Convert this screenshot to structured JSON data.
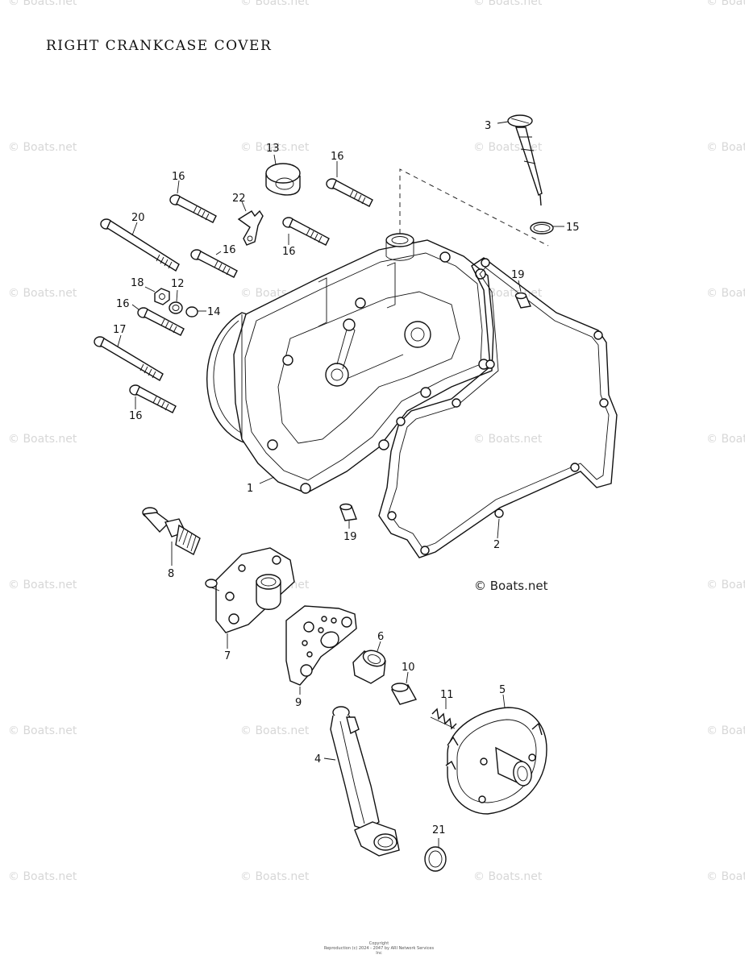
{
  "title": "RIGHT CRANKCASE COVER",
  "watermark": "© Boats.net",
  "copyright": "© Boats.net",
  "footer": {
    "line1": "Copyright",
    "line2": "Reproduction (c) 2024 - 2047 by ARI Network Services Inc"
  },
  "callouts": {
    "c1": "1",
    "c2": "2",
    "c3": "3",
    "c4": "4",
    "c5": "5",
    "c6": "6",
    "c7": "7",
    "c8": "8",
    "c9": "9",
    "c10": "10",
    "c11": "11",
    "c12": "12",
    "c13": "13",
    "c14": "14",
    "c15": "15",
    "c16a": "16",
    "c16b": "16",
    "c16c": "16",
    "c16d": "16",
    "c16e": "16",
    "c16f": "16",
    "c17": "17",
    "c18": "18",
    "c19a": "19",
    "c19b": "19",
    "c20": "20",
    "c21": "21",
    "c22": "22"
  }
}
